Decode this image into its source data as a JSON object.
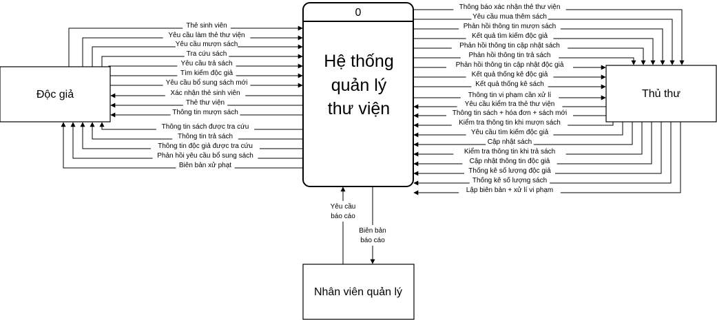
{
  "process": {
    "id": "0",
    "title_lines": [
      "Hệ thống",
      "quản lý",
      "thư viện"
    ]
  },
  "entities": {
    "reader": "Độc giả",
    "librarian": "Thủ thư",
    "manager": "Nhân viên quản lý"
  },
  "reader_flows": [
    "Thẻ sinh viên",
    "Yêu cầu làm thẻ thư viện",
    "Yêu cầu mượn sách",
    "Tra cứu sách",
    "Yêu cầu trả sách",
    "Tìm kiếm độc giả",
    "Yêu cầu bổ sung sách mới",
    "Xác nhận thẻ sinh viên",
    "Thẻ thư viện",
    "Thông tin mượn sách",
    "Thông tin sách được tra cứu",
    "Thông tin trả sách",
    "Thông tin độc giả được tra cứu",
    "Phản hồi yêu cầu bổ sung sách",
    "Biên bản xử phạt"
  ],
  "librarian_flows": [
    "Thông báo xác nhận thẻ thư viện",
    "Yêu cầu mua thêm sách",
    "Phản hồi thông tin mượn sách",
    "Kết quả tìm kiếm độc giả",
    "Phản hồi thông tin cập nhật sách",
    "Phản hồi thông tin trả sách",
    "Phản hồi thông tin cập nhật độc giả",
    "Kết quả thống kê độc giả",
    "Kết quả thống kê sách",
    "Thông tin vi phạm cần xử lí",
    "Yêu cầu kiểm tra thẻ thư viện",
    "Thông tin sách + hóa đơn + sách mới",
    "Kiểm tra thông tin khi mượn sách",
    "Yêu cầu tìm kiếm độc giả",
    "Cập nhật sách",
    "Kiểm tra thông tin khi trả sách",
    "Cập nhật thông tin độc giả",
    "Thống kê số lượng độc giả",
    "Thống kê số lượng sách",
    "Lập biên bản + xử lí vi phạm"
  ],
  "manager_flows": {
    "request_lines": [
      "Yêu cầu",
      "báo cáo"
    ],
    "report_lines": [
      "Biên bản",
      "báo cáo"
    ]
  }
}
